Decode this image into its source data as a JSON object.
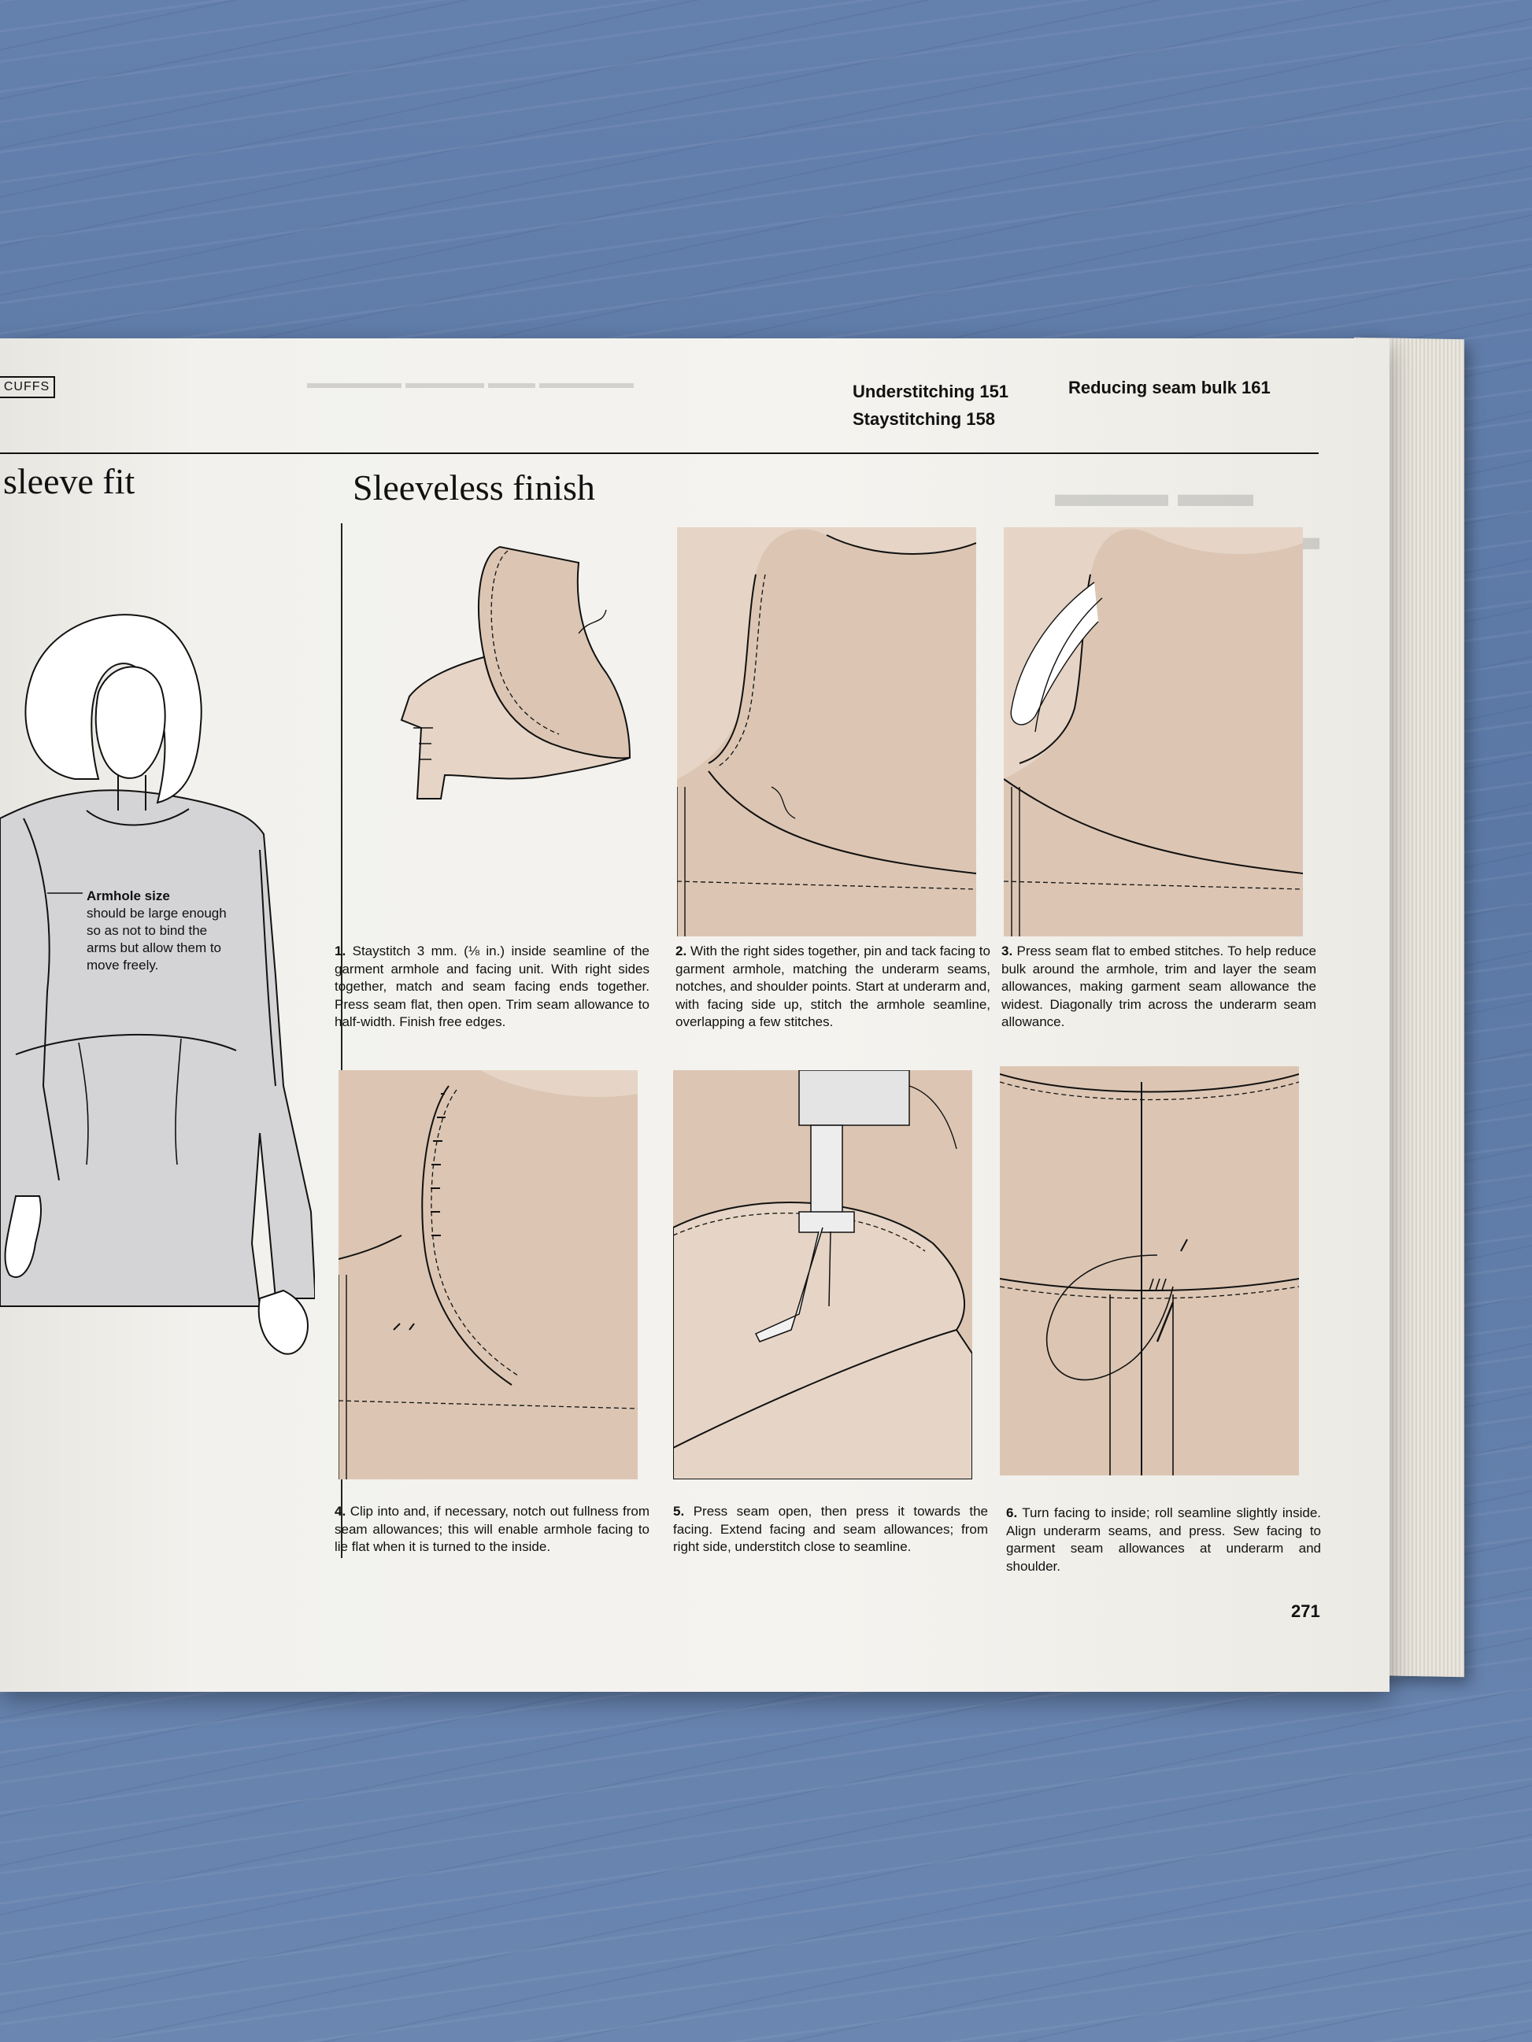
{
  "page": {
    "section_tag": "CUFFS",
    "cross_refs": [
      "Understitching 151",
      "Reducing seam bulk 161",
      "Staystitching 158"
    ],
    "left_heading": "sleeve fit",
    "main_heading": "Sleeveless finish",
    "page_number": "271"
  },
  "armhole_note": {
    "title": "Armhole size",
    "body": "should be large enough so as not to bind the arms but allow them to move freely."
  },
  "steps": [
    {
      "number": "1.",
      "text_before": "Staystitch 3 mm. (",
      "fraction": "⅛",
      "text_after": " in.) inside seamline of the garment armhole and facing unit. With right sides together, match and seam facing ends together. Press seam flat, then open. Trim seam allowance to half-width. Finish free edges."
    },
    {
      "number": "2.",
      "text": "With the right sides together, pin and tack facing to garment armhole, matching the underarm seams, notches, and shoulder points. Start at underarm and, with facing side up, stitch the armhole seamline, overlapping a few stitches."
    },
    {
      "number": "3.",
      "text": "Press seam flat to embed stitches. To help reduce bulk around the armhole, trim and layer the seam allowances, making garment seam allowance the widest. Diagonally trim across the underarm seam allowance."
    },
    {
      "number": "4.",
      "text": "Clip into and, if necessary, notch out fullness from seam allowances; this will enable armhole facing to lie flat when it is turned to the inside."
    },
    {
      "number": "5.",
      "text": "Press seam open, then press it towards the facing. Extend facing and seam allowances; from right side, understitch close to seamline."
    },
    {
      "number": "6.",
      "text": "Turn facing to inside; roll seamline slightly inside. Align underarm seams, and press. Sew facing to garment seam allowances at underarm and shoulder."
    }
  ],
  "colors": {
    "fabric": "#dcc6b3",
    "fabric_light": "#e6d5c6",
    "figure_gray": "#d4d4d6",
    "ink": "#111111",
    "tabletop": "#5d7aa6"
  }
}
